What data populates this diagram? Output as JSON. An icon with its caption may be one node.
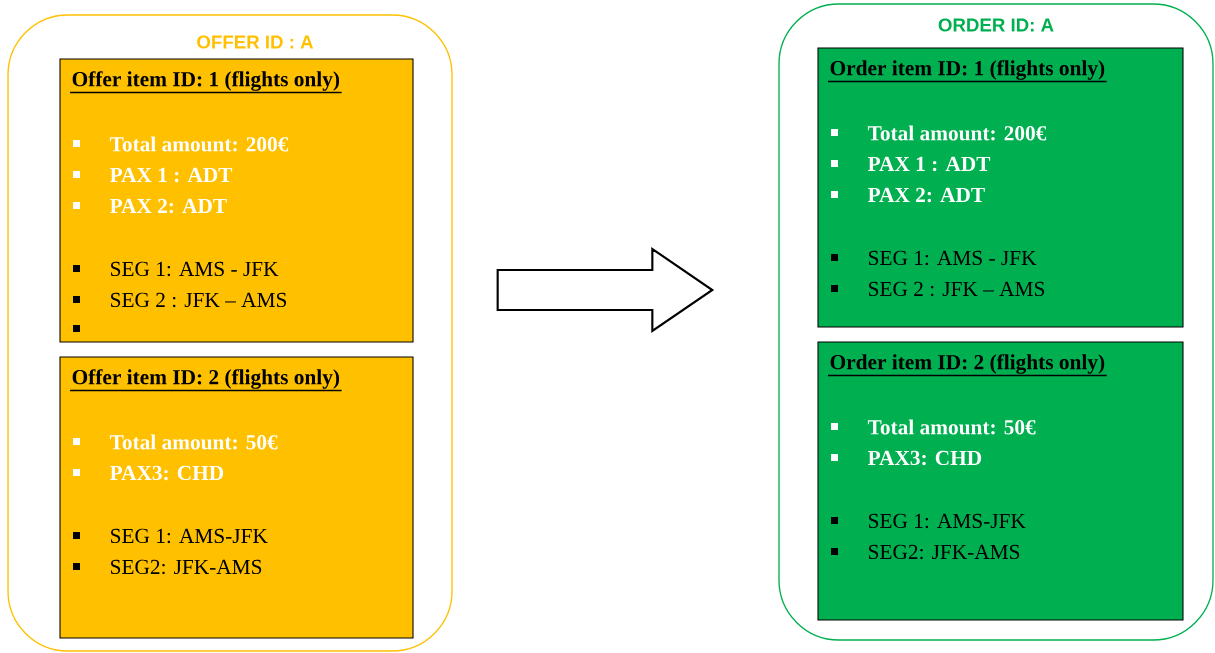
{
  "diagram": {
    "nodes": [
      {
        "text": [
          "OFFER ID : A"
        ]
      },
      {
        "text": [
          "Offer item ID: 1 (flights only)",
          "Total amount: 200€",
          "PAX 1 : ADT",
          "PAX 2: ADT",
          "SEG 1: AMS - JFK",
          "SEG 2 : JFK – AMS"
        ],
        "in": 0
      },
      {
        "text": [
          "Offer item ID: 2 (flights only)",
          "Total amount: 50€",
          "PAX3: CHD",
          "SEG 1: AMS-JFK",
          "SEG2: JFK-AMS"
        ],
        "in": 0
      },
      {
        "text": [
          "ORDER ID: A"
        ]
      },
      {
        "text": [
          "Order item ID: 1 (flights only)",
          "Total amount: 200€",
          "PAX 1 : ADT",
          "PAX 2: ADT",
          "SEG 1: AMS - JFK",
          "SEG 2 : JFK – AMS"
        ],
        "in": 3
      },
      {
        "text": [
          "Order item ID: 2 (flights only)",
          "Total amount: 50€",
          "PAX3: CHD",
          "SEG 1: AMS-JFK",
          "SEG2: JFK-AMS"
        ],
        "in": 3
      }
    ],
    "edges": [
      {
        "from": 0,
        "to": 3,
        "arrow": "to"
      }
    ]
  }
}
